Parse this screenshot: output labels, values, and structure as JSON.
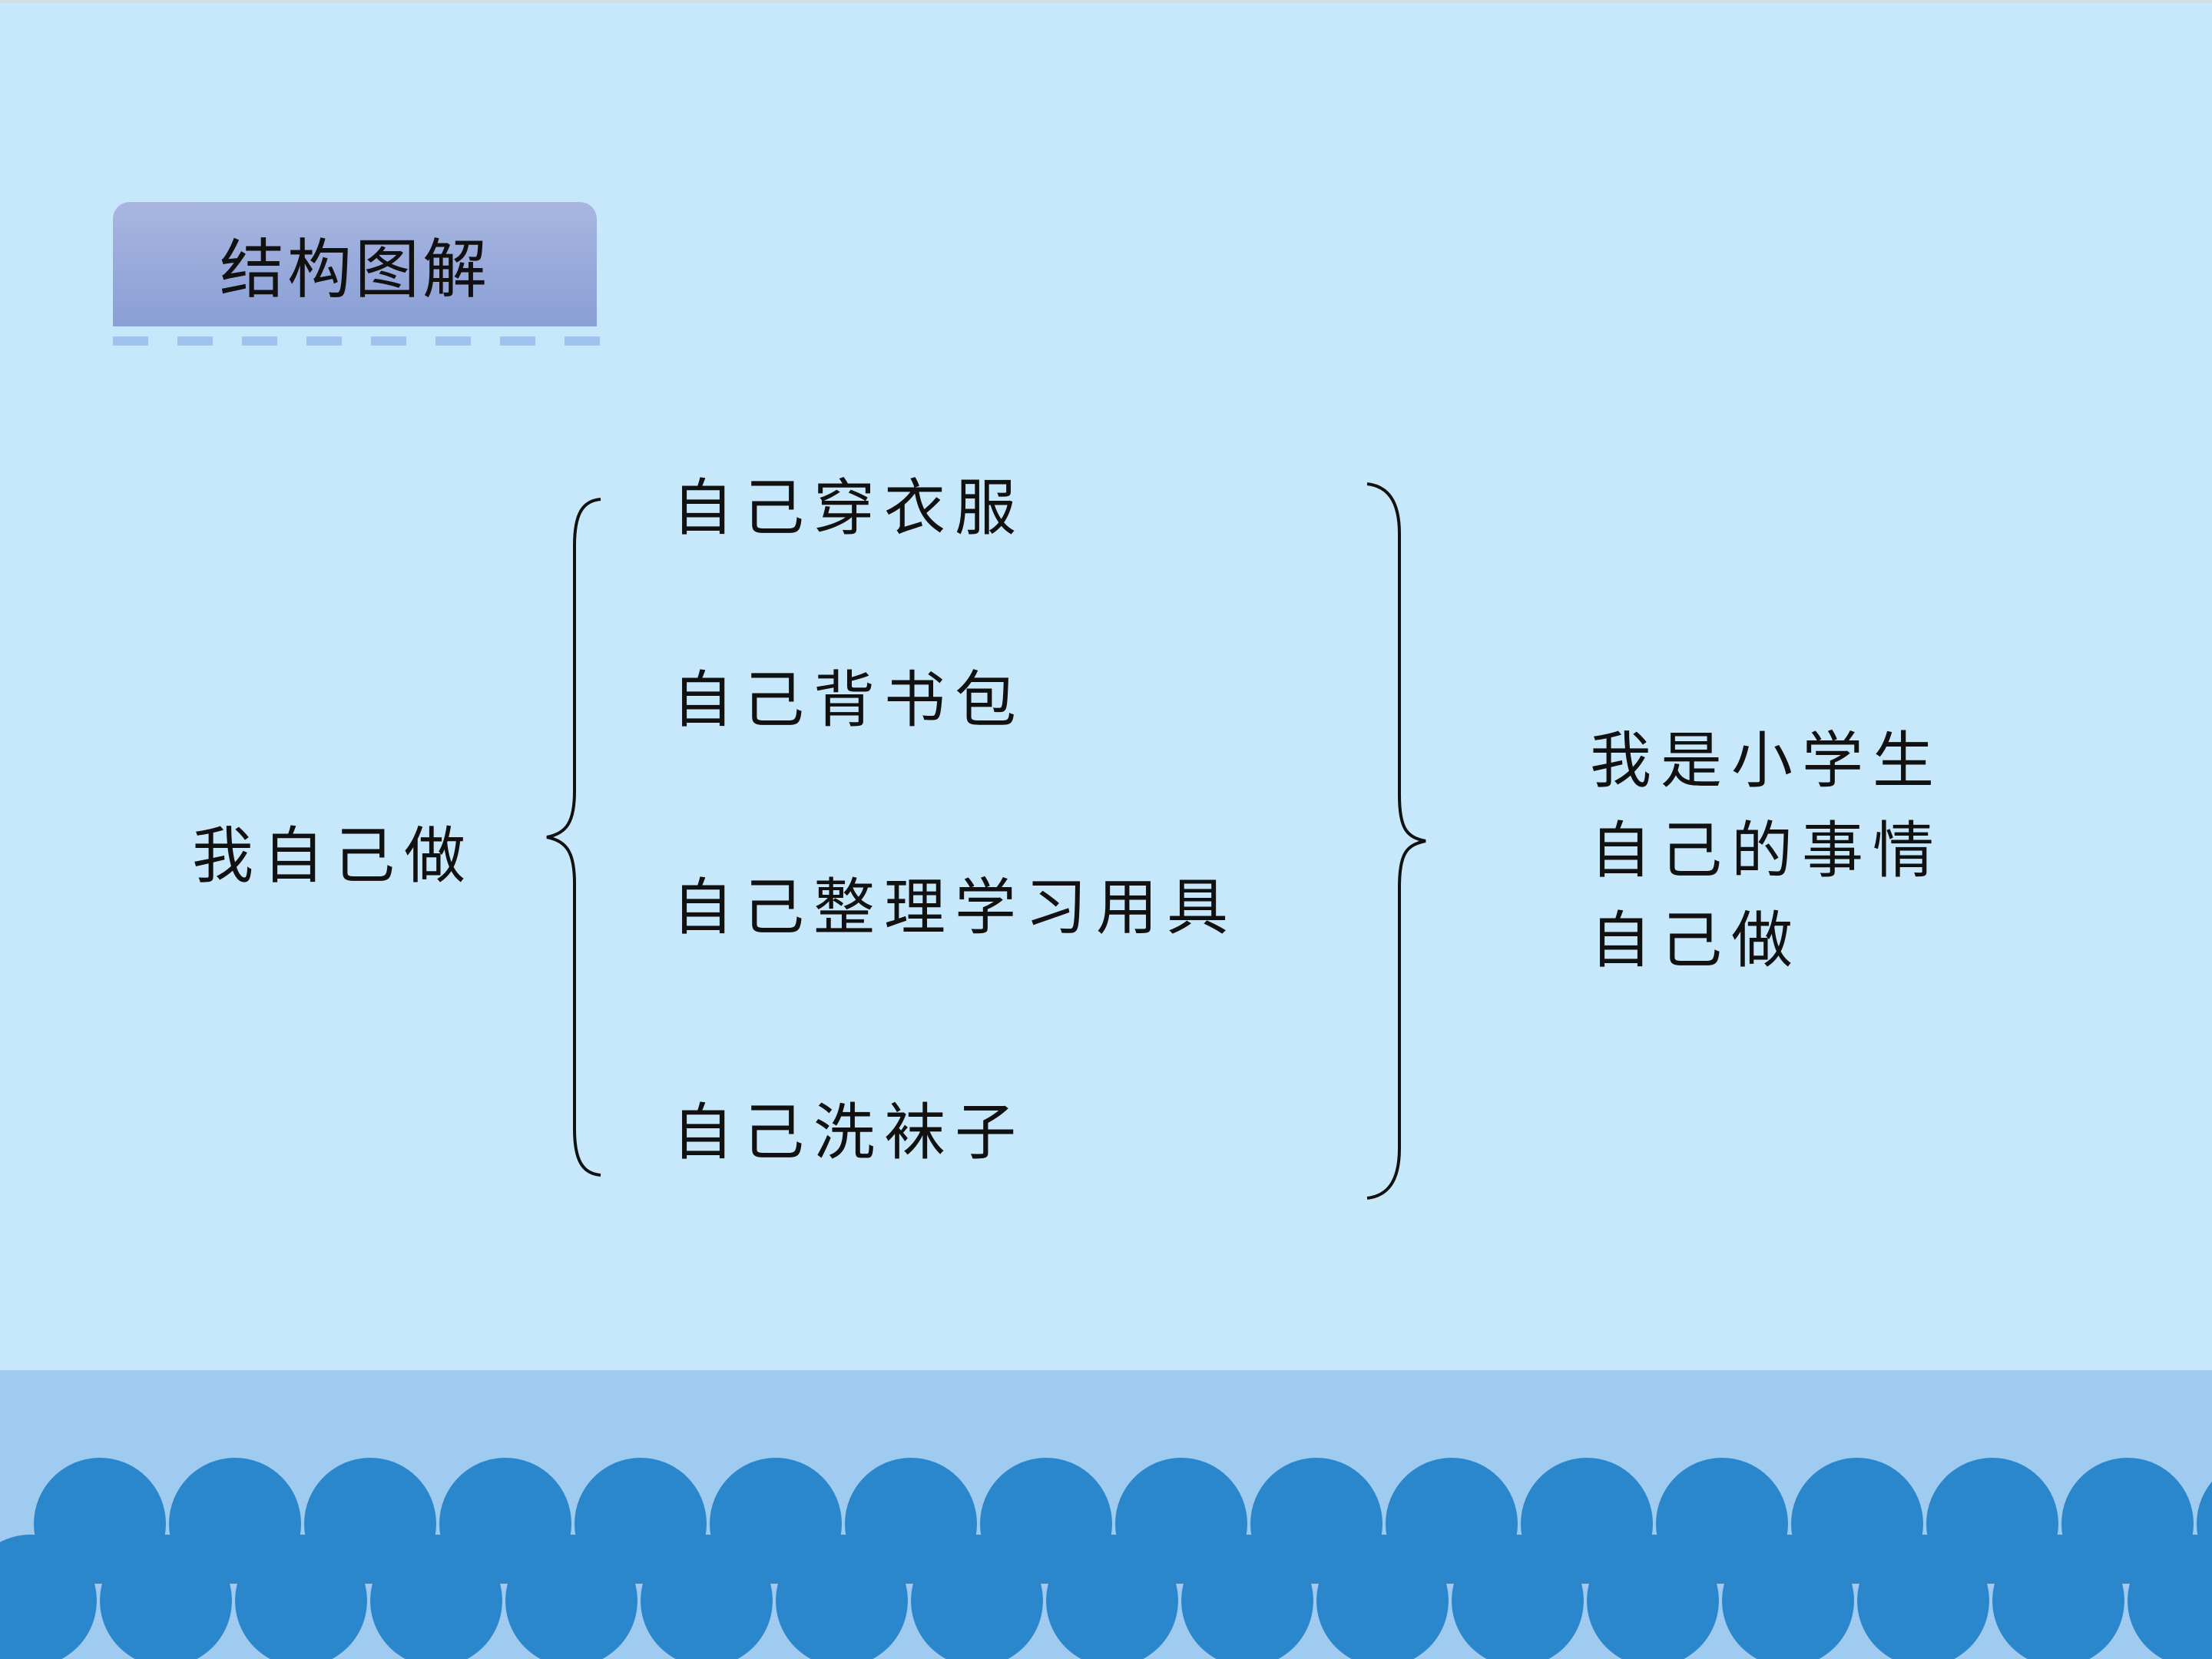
{
  "title": "结构图解",
  "root": "我自己做",
  "items": [
    "自己穿衣服",
    "自己背书包",
    "自己整理学习用具",
    "自己洗袜子"
  ],
  "conclusion_lines": [
    "我是小学生",
    "自己的事情",
    "自己做"
  ],
  "colors": {
    "background": "#c7e8fb",
    "title_tab_top": "#a8b6e0",
    "title_tab_bottom": "#8a9fd6",
    "dash": "#9fc3ec",
    "band_light": "#9ecbef",
    "wave": "#2b87cc"
  }
}
